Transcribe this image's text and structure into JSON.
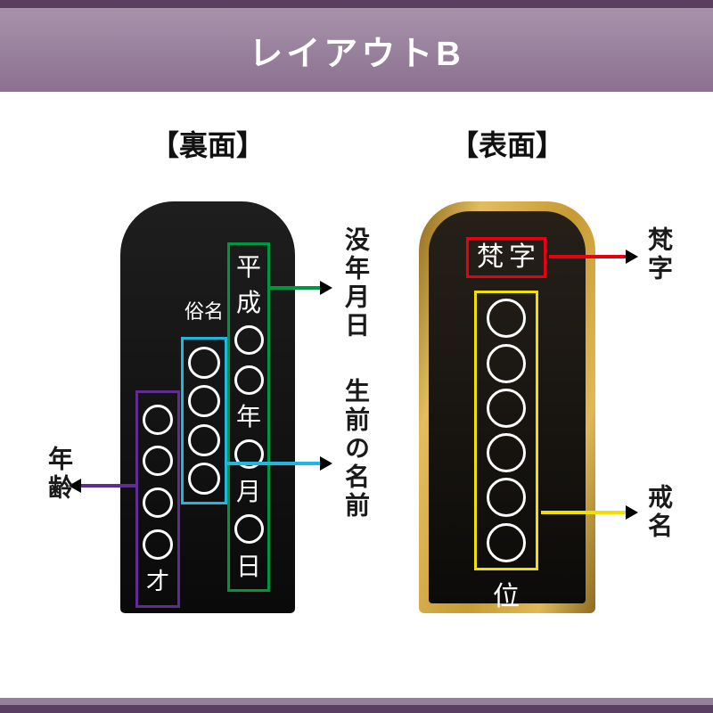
{
  "header": {
    "title": "レイアウトB"
  },
  "colors": {
    "band": "#97809b",
    "band_dark": "#5a3f61",
    "green": "#009540",
    "cyan": "#1fb7dd",
    "purple": "#5f2c91",
    "red": "#e60012",
    "yellow": "#f0e000",
    "gold": "#c79a33",
    "tablet_black": "#0d0d0d"
  },
  "back_panel": {
    "heading": "【裏面】",
    "zokumyo_label": "俗名",
    "date_column": {
      "tokens": [
        "平",
        "成",
        "○",
        "○",
        "年",
        "○",
        "月",
        "○",
        "日"
      ]
    },
    "name_column": {
      "tokens": [
        "○",
        "○",
        "○",
        "○"
      ]
    },
    "age_column": {
      "tokens": [
        "○",
        "○",
        "○",
        "○",
        "才"
      ]
    },
    "labels": {
      "date": "没年月日",
      "name": "生前の名前",
      "age": "年齢"
    }
  },
  "front_panel": {
    "heading": "【表面】",
    "bonji_text": "梵字",
    "kaimyo_column": {
      "tokens": [
        "○",
        "○",
        "○",
        "○",
        "○",
        "○"
      ]
    },
    "kurai_label": "位",
    "labels": {
      "bonji": "梵字",
      "kaimyo": "戒名"
    }
  }
}
